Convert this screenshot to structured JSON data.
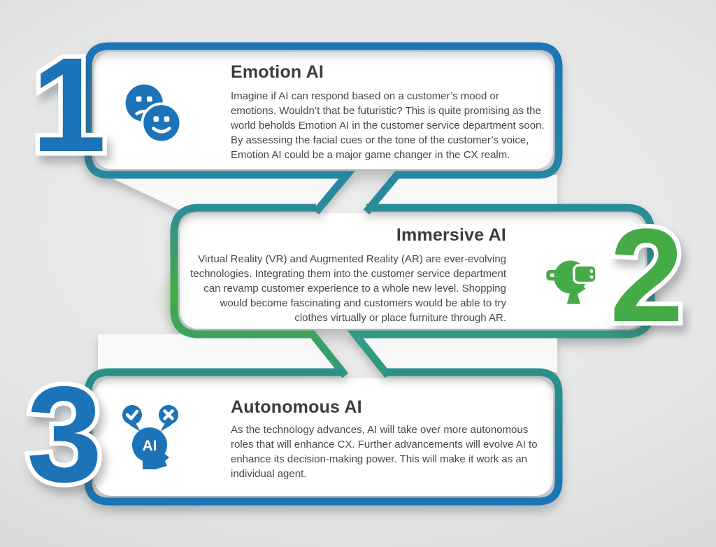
{
  "palette": {
    "blue": "#1C73B8",
    "teal": "#2B8C99",
    "green": "#45AB47",
    "seafoam": "#2F9B78",
    "title_color": "#3C3C3C",
    "body_color": "#474747"
  },
  "sections": [
    {
      "number": "1",
      "title": "Emotion AI",
      "body": "Imagine if AI can respond based on a customer’s mood or emotions. Wouldn’t that be futuristic? This is quite promising as the world beholds Emotion AI in the customer service department soon. By assessing the facial cues or the tone of the customer’s voice, Emotion AI could be a major game changer in the CX realm.",
      "icon": "emotion-faces-icon",
      "accent": "#1C73B8"
    },
    {
      "number": "2",
      "title": "Immersive AI",
      "body": "Virtual Reality (VR) and Augmented Reality (AR) are ever-evolving technologies. Integrating them into the customer service department can revamp customer experience to a whole new level. Shopping would become fascinating and customers would be able to try clothes virtually or place furniture through AR.",
      "icon": "vr-headset-icon",
      "accent": "#45AB47"
    },
    {
      "number": "3",
      "title": "Autonomous AI",
      "body": "As the technology advances, AI will take over more autonomous roles that will enhance CX. Further advancements will evolve AI to enhance its decision-making power. This will make it work as an individual agent.",
      "icon": "autonomous-ai-head-icon",
      "accent": "#1C73B8"
    }
  ]
}
